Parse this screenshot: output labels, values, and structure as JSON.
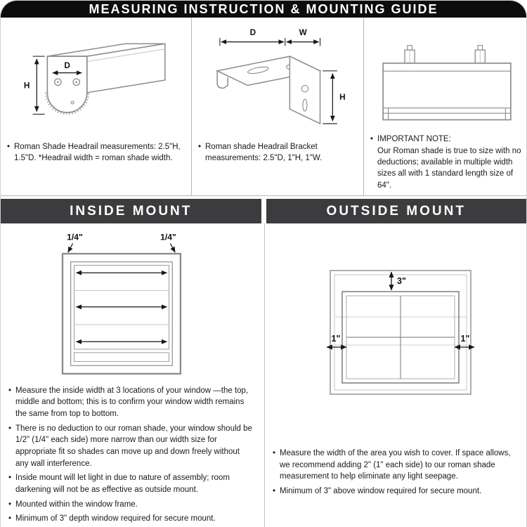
{
  "header": {
    "title": "MEASURING INSTRUCTION & MOUNTING GUIDE"
  },
  "top_section": {
    "col1": {
      "bullet": "Roman Shade Headrail measurements: 2.5\"H, 1.5\"D. *Headrail width = roman shade width.",
      "labels": {
        "d": "D",
        "h": "H"
      }
    },
    "col2": {
      "bullet": "Roman shade Headrail Bracket measurements: 2.5\"D, 1\"H, 1\"W.",
      "labels": {
        "d": "D",
        "w": "W",
        "h": "H"
      }
    },
    "col3": {
      "note_title": "IMPORTANT NOTE:",
      "note_body": "Our Roman shade is true to size with no deductions; available in multiple width sizes all with 1 standard length size of 64\"."
    }
  },
  "inside_mount": {
    "title": "INSIDE MOUNT",
    "labels": {
      "left": "1/4\"",
      "right": "1/4\""
    },
    "bullets": [
      "Measure the inside width at 3 locations of your window —the top, middle and bottom; this is to confirm your window width remains the same from top to bottom.",
      "There is no deduction to our roman shade, your window should be 1/2\" (1/4\" each side) more narrow than our width size for appropriate fit so shades can move up and down freely without any wall interference.",
      "Inside mount will let light in due to nature of assembly; room darkening will not be as effective as outside mount.",
      "Mounted within the window frame.",
      "Minimum of 3\" depth window required for secure mount."
    ]
  },
  "outside_mount": {
    "title": "OUTSIDE MOUNT",
    "labels": {
      "top": "3\"",
      "left": "1\"",
      "right": "1\""
    },
    "bullets": [
      "Measure the width of the area you wish to cover. If space allows, we recommend adding 2\" (1\" each side) to our roman shade measurement to help eliminate any light seepage.",
      "Minimum of 3\" above window required for secure mount."
    ]
  }
}
